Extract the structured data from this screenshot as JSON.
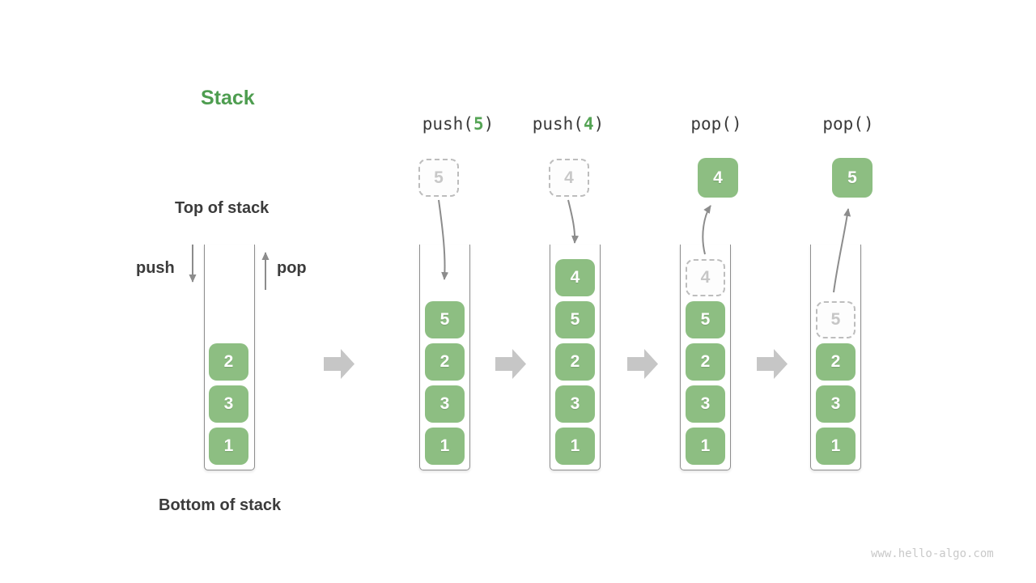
{
  "title": "Stack",
  "watermark": "www.hello-algo.com",
  "labels": {
    "top": "Top of stack",
    "bottom": "Bottom of stack",
    "push": "push",
    "pop": "pop"
  },
  "colors": {
    "title_green": "#4e9d50",
    "element_green": "#8dbe82",
    "code_arg_green": "#55a455",
    "dark_text": "#3b3b3b",
    "thin_arrow_gray": "#8c8c8c",
    "block_arrow_gray": "#c6c6c6",
    "ghost_border_gray": "#bdbdbd",
    "ghost_text_gray": "#c6c6c6",
    "container_wall_gray": "#8e8e8e",
    "element_text": "#ffffff"
  },
  "columns": [
    {
      "name": "initial-stack",
      "items": [
        "2",
        "3",
        "1"
      ]
    },
    {
      "name": "push-5",
      "header_pre": "push(",
      "header_arg": "5",
      "header_post": ")",
      "pending": "5",
      "items": [
        "5",
        "2",
        "3",
        "1"
      ]
    },
    {
      "name": "push-4",
      "header_pre": "push(",
      "header_arg": "4",
      "header_post": ")",
      "pending": "4",
      "items": [
        "4",
        "5",
        "2",
        "3",
        "1"
      ]
    },
    {
      "name": "pop-first",
      "header_pre": "pop()",
      "header_arg": "",
      "header_post": "",
      "popped": "4",
      "ghost_slot": "4",
      "items": [
        "5",
        "2",
        "3",
        "1"
      ]
    },
    {
      "name": "pop-second",
      "header_pre": "pop()",
      "header_arg": "",
      "header_post": "",
      "popped": "5",
      "ghost_slot": "5",
      "items": [
        "2",
        "3",
        "1"
      ]
    }
  ]
}
